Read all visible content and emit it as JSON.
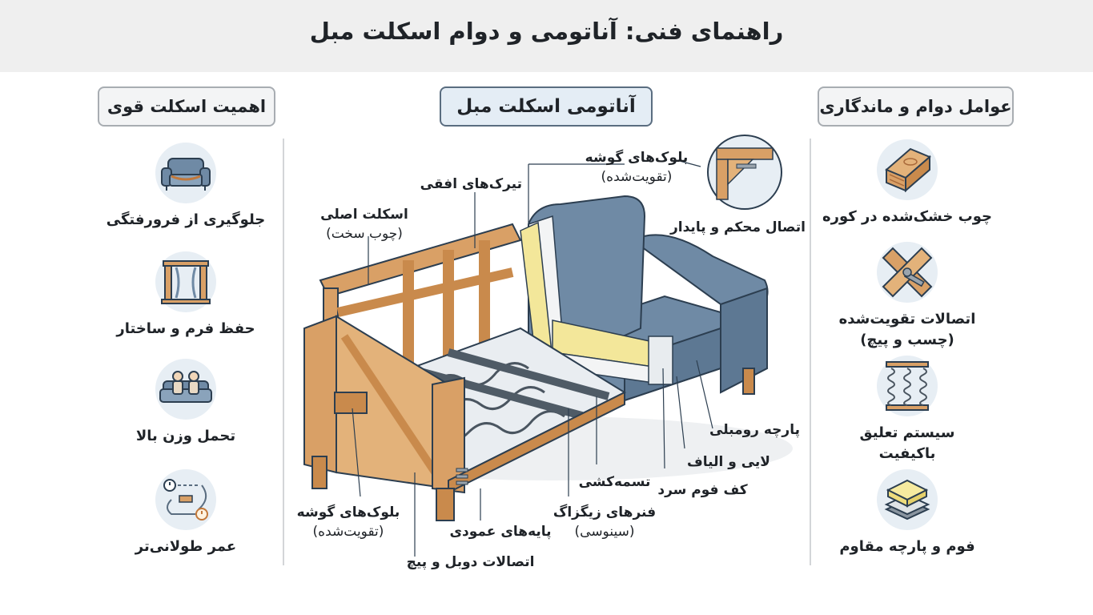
{
  "title": "راهنمای فنی: آناتومی و دوام اسکلت مبل",
  "left_panel": {
    "heading": "اهمیت اسکلت قوی",
    "items": [
      {
        "label": "جلوگیری از فرورفتگی",
        "icon": "sofa-icon"
      },
      {
        "label": "حفظ فرم و ساختار",
        "icon": "frame-columns-icon"
      },
      {
        "label": "تحمل وزن بالا",
        "icon": "people-on-sofa-icon"
      },
      {
        "label": "عمر طولانی‌تر",
        "icon": "clock-cycle-icon"
      }
    ]
  },
  "center_panel": {
    "heading": "آناتومی اسکلت مبل",
    "callouts": {
      "corner_blocks_top": "بلوک‌های گوشه",
      "corner_blocks_top_sub": "(تقویت‌شده)",
      "horizontal_rails": "تیرک‌های افقی",
      "main_frame": "اسکلت اصلی",
      "main_frame_sub": "(چوب سخت)",
      "joint_detail": "اتصال محکم و پایدار",
      "upholstery": "پارچه رومبلی",
      "padding": "لایی و الیاف",
      "foam": "کف فوم سرد",
      "webbing": "تسمه‌کشی",
      "springs": "فنرهای زیگزاگ",
      "springs_sub": "(سینوسی)",
      "vertical_posts": "پایه‌های عمودی",
      "corner_blocks_bottom": "بلوک‌های گوشه",
      "corner_blocks_bottom_sub": "(تقویت‌شده)",
      "dowel_joints": "اتصالات دوبل و پیچ"
    }
  },
  "right_panel": {
    "heading": "عوامل دوام و ماندگاری",
    "items": [
      {
        "label": "چوب خشک‌شده در کوره",
        "icon": "wood-plank-icon"
      },
      {
        "label": "اتصالات تقویت‌شده",
        "sub": "(چسب و پیچ)",
        "icon": "screw-joint-icon"
      },
      {
        "label": "سیستم تعلیق",
        "sub": "باکیفیت",
        "icon": "spring-icon"
      },
      {
        "label": "فوم و پارچه مقاوم",
        "icon": "foam-layers-icon"
      }
    ]
  },
  "colors": {
    "wood": "#d9a066",
    "fabric": "#6f8aa5",
    "foam": "#f3e79a",
    "accent": "#5a6d80"
  }
}
